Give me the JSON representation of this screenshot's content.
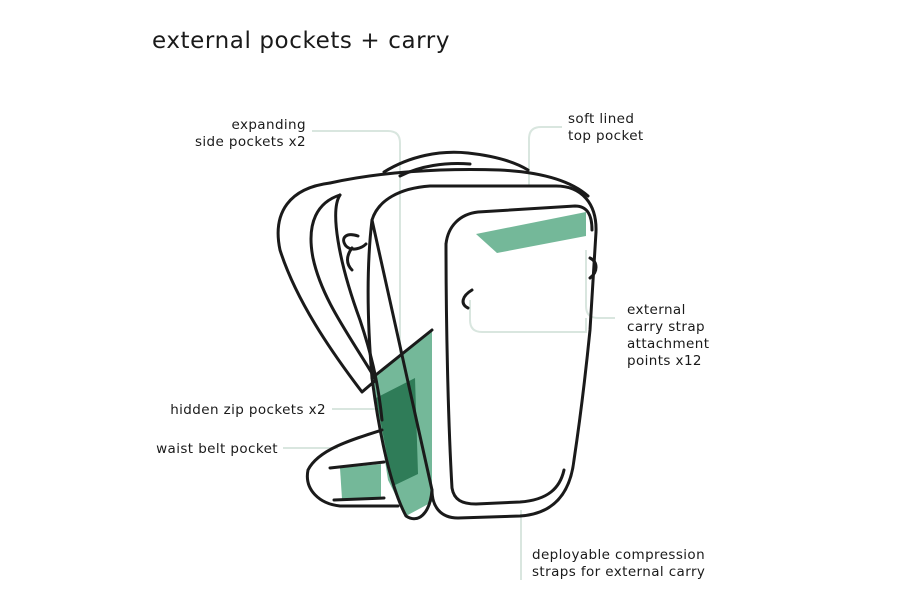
{
  "title": "external pockets + carry",
  "callouts": {
    "side_pockets": "expanding\nside pockets x2",
    "top_pocket": "soft lined\ntop pocket",
    "attachment_points": "external\ncarry strap\nattachment\npoints x12",
    "hidden_zip": "hidden zip pockets x2",
    "waist_belt": "waist belt pocket",
    "compression": "deployable compression\nstraps for external carry"
  },
  "colors": {
    "outline": "#1a1a1a",
    "pocket_fill": "#74b899",
    "pocket_dark": "#2f7c58",
    "leader_line": "#d9e6df"
  }
}
